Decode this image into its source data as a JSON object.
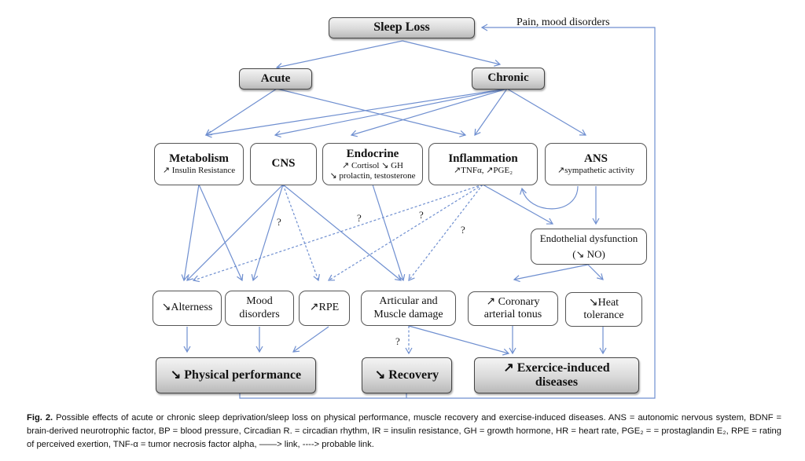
{
  "figure": {
    "nodes": {
      "sleep_loss": "Sleep Loss",
      "acute": "Acute",
      "chronic": "Chronic",
      "metabolism": {
        "title": "Metabolism",
        "sub": "↗ Insulin Resistance"
      },
      "cns": {
        "title": "CNS"
      },
      "endocrine": {
        "title": "Endocrine",
        "sub1": "↗ Cortisol  ↘ GH",
        "sub2": "↘ prolactin, testosterone"
      },
      "inflammation": {
        "title": "Inflammation",
        "sub": "↗TNFα, ↗PGE₂"
      },
      "ans": {
        "title": "ANS",
        "sub": "↗sympathetic activity"
      },
      "endothelial": {
        "line1": "Endothelial dysfunction",
        "line2": "(↘ NO)"
      },
      "alertness": "↘Alterness",
      "mood": {
        "line1": "Mood",
        "line2": "disorders"
      },
      "rpe": "↗RPE",
      "articular": {
        "line1": "Articular and",
        "line2": "Muscle damage"
      },
      "coronary": {
        "line1": "↗ Coronary",
        "line2": "arterial tonus"
      },
      "heat": {
        "line1": "↘Heat",
        "line2": "tolerance"
      },
      "physical": "↘ Physical performance",
      "recovery": "↘ Recovery",
      "exercise": {
        "line1": "↗ Exercice-induced",
        "line2": "diseases"
      }
    },
    "feedback_label": "Pain, mood disorders",
    "question_mark": "?",
    "colors": {
      "line": "#6f8fd0",
      "box_border": "#555555"
    }
  },
  "caption": {
    "label": "Fig. 2.",
    "text": "Possible effects of acute or chronic sleep deprivation/sleep loss on physical performance, muscle recovery and exercise-induced diseases. ANS = autonomic nervous system, BDNF = brain-derived neurotrophic factor, BP = blood pressure, Circadian R. = circadian rhythm, IR = insulin resistance, GH = growth hormone, HR = heart rate, PGE₂ = = prostaglandin E₂, RPE = rating of perceived exertion, TNF-α = tumor necrosis factor alpha, ——> link, ----> probable link."
  }
}
